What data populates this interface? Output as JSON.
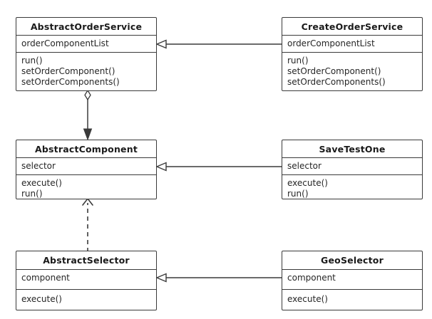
{
  "diagram": {
    "type": "uml-class-diagram",
    "background_color": "#ffffff",
    "line_color": "#3a3a3a",
    "text_color": "#262626",
    "classes": [
      {
        "id": "abstract-order-service",
        "name": "AbstractOrderService",
        "attributes": [
          "orderComponentList"
        ],
        "operations": [
          "run()",
          "setOrderComponent()",
          "setOrderComponents()"
        ]
      },
      {
        "id": "create-order-service",
        "name": "CreateOrderService",
        "attributes": [
          "orderComponentList"
        ],
        "operations": [
          "run()",
          "setOrderComponent()",
          "setOrderComponents()"
        ]
      },
      {
        "id": "abstract-component",
        "name": "AbstractComponent",
        "attributes": [
          "selector"
        ],
        "operations": [
          "execute()",
          "run()"
        ]
      },
      {
        "id": "save-test-one",
        "name": "SaveTestOne",
        "attributes": [
          "selector"
        ],
        "operations": [
          "execute()",
          "run()"
        ]
      },
      {
        "id": "abstract-selector",
        "name": "AbstractSelector",
        "attributes": [
          "component"
        ],
        "operations": [
          "execute()"
        ]
      },
      {
        "id": "geo-selector",
        "name": "GeoSelector",
        "attributes": [
          "component"
        ],
        "operations": [
          "execute()"
        ]
      }
    ],
    "relationships": [
      {
        "id": "gen-create-to-abstract-order",
        "kind": "generalization",
        "from": "CreateOrderService",
        "to": "AbstractOrderService",
        "line": "solid",
        "arrowhead": "hollow-triangle"
      },
      {
        "id": "agg-order-service-to-component",
        "kind": "aggregation",
        "from": "AbstractOrderService",
        "to": "AbstractComponent",
        "line": "solid",
        "arrowhead": "filled-triangle",
        "tail": "hollow-diamond"
      },
      {
        "id": "gen-savetestone-to-abstract-component",
        "kind": "generalization",
        "from": "SaveTestOne",
        "to": "AbstractComponent",
        "line": "solid",
        "arrowhead": "hollow-triangle"
      },
      {
        "id": "dep-abstract-selector-to-abstract-component",
        "kind": "dependency",
        "from": "AbstractSelector",
        "to": "AbstractComponent",
        "line": "dashed",
        "arrowhead": "open-v"
      },
      {
        "id": "gen-geoselector-to-abstract-selector",
        "kind": "generalization",
        "from": "GeoSelector",
        "to": "AbstractSelector",
        "line": "solid",
        "arrowhead": "hollow-triangle"
      }
    ]
  }
}
